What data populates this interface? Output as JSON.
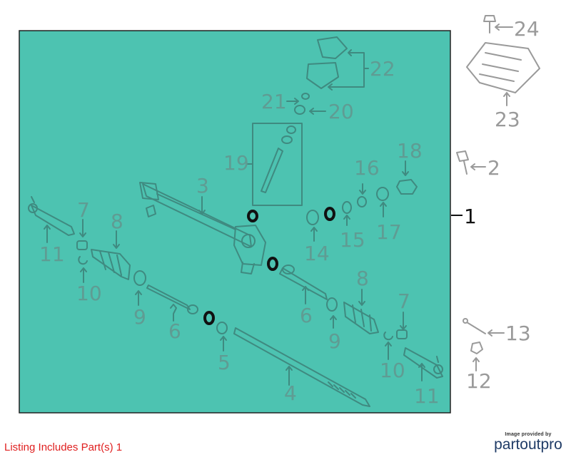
{
  "diagram": {
    "callouts": {
      "c1": "1",
      "c2": "2",
      "c3": "3",
      "c4": "4",
      "c5": "5",
      "c6a": "6",
      "c6b": "6",
      "c7a": "7",
      "c7b": "7",
      "c8a": "8",
      "c8b": "8",
      "c9a": "9",
      "c9b": "9",
      "c10a": "10",
      "c10b": "10",
      "c11a": "11",
      "c11b": "11",
      "c12": "12",
      "c13": "13",
      "c14": "14",
      "c15": "15",
      "c16": "16",
      "c17": "17",
      "c18": "18",
      "c19": "19",
      "c20": "20",
      "c21": "21",
      "c22": "22",
      "c23": "23",
      "c24": "24"
    },
    "colors": {
      "highlight_box": "#4dc3b1",
      "included_part_line": "#3f8a80",
      "callout_included": "#5f9c93",
      "callout_excluded": "#9a9a9a",
      "listing_text": "#e02020"
    }
  },
  "listing_note": "Listing Includes Part(s) 1",
  "credit": {
    "small_text": "Image provided by",
    "logo_text": "partoutpro"
  }
}
